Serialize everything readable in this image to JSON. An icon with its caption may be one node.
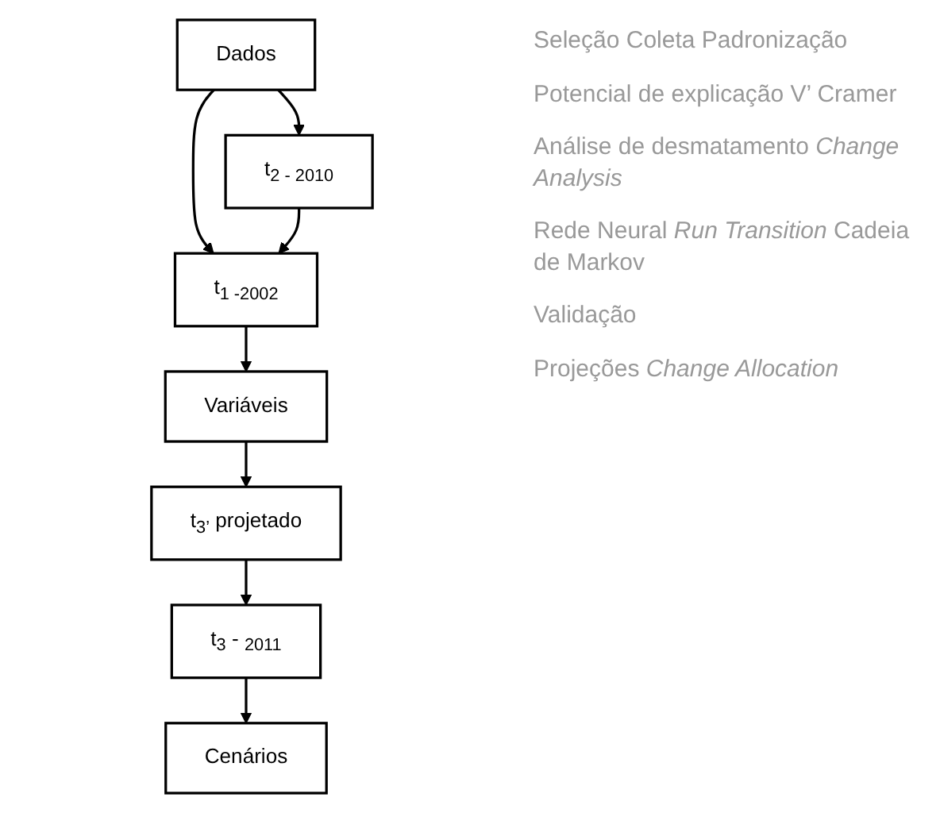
{
  "diagram": {
    "nodes": [
      {
        "text": [
          "Dados"
        ]
      },
      {
        "text": [
          "Variáveis"
        ]
      },
      {
        "text": [
          "t$_{1 -2002}$"
        ]
      },
      {
        "text": [
          "t$_{2 - 2010}$"
        ]
      },
      {
        "text": [
          "t$_{3’}$ projetado"
        ]
      },
      {
        "text": [
          "t$_{3}$ - $_{2011}$"
        ]
      },
      {
        "text": [
          "Cenários"
        ]
      }
    ],
    "edges": [
      {
        "from": 0,
        "to": 2,
        "arrow": "to"
      },
      {
        "from": 0,
        "to": 3,
        "arrow": "to"
      },
      {
        "from": 3,
        "to": 2,
        "arrow": "to"
      },
      {
        "from": 2,
        "to": 1,
        "arrow": "to"
      },
      {
        "from": 1,
        "to": 4,
        "arrow": "to"
      },
      {
        "from": 4,
        "to": 5,
        "arrow": "to"
      },
      {
        "from": 5,
        "to": 6,
        "arrow": "to"
      }
    ],
    "labels": [
      "Seleção Coleta Padronização",
      "Potencial de explicação V’ Cramer",
      "Análise de desmatamento *Change Analysis*",
      "Rede Neural *Run Transition* Cadeia de Markov",
      "Validação",
      "Projeções *Change Allocation*"
    ]
  }
}
